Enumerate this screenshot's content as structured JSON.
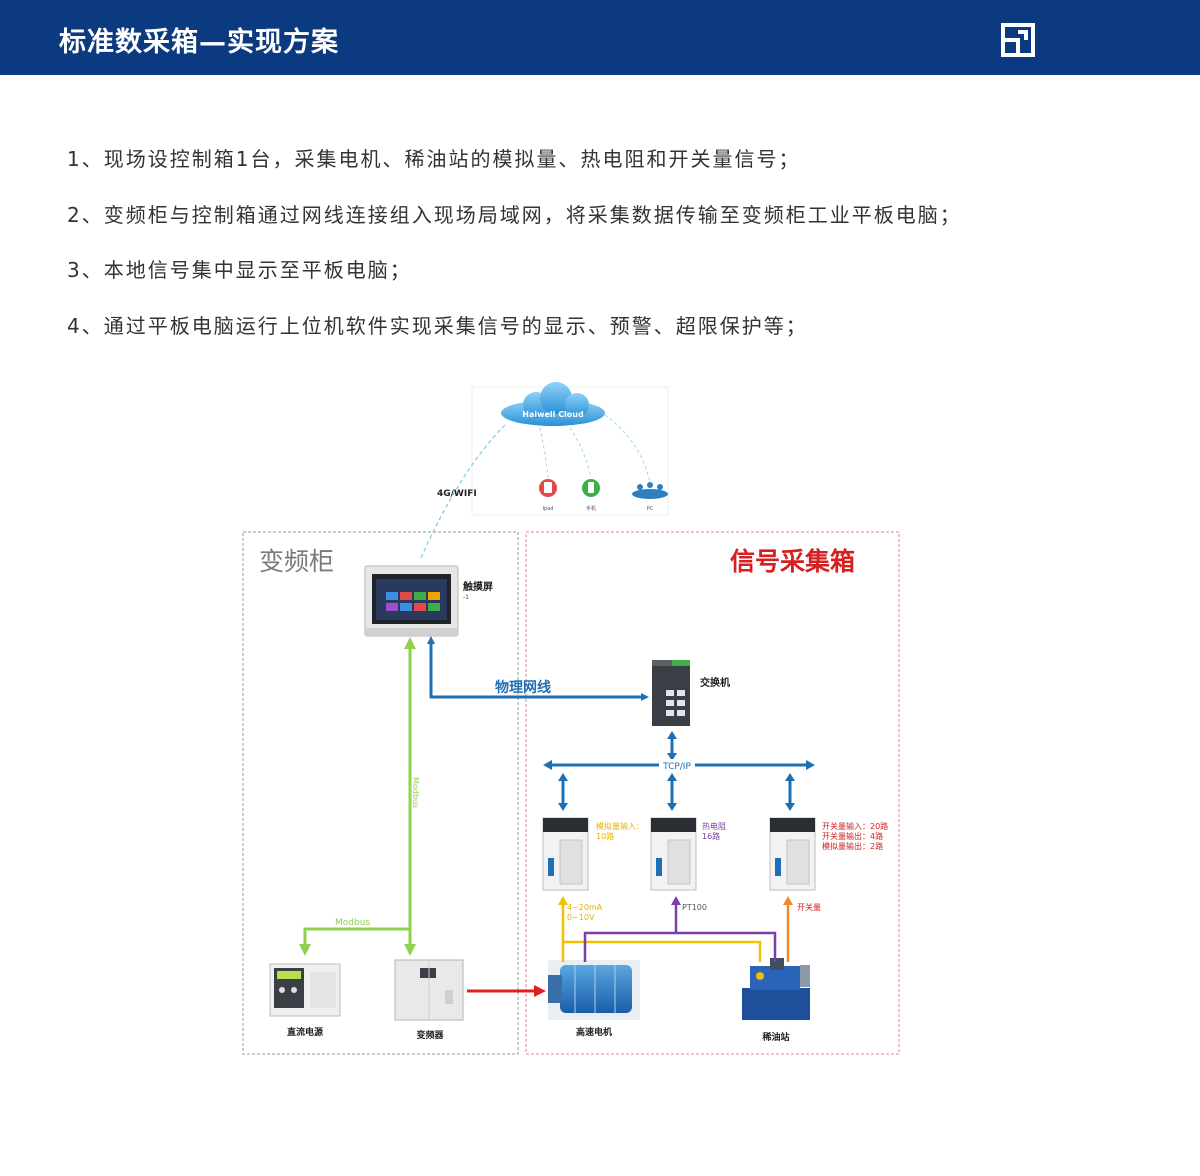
{
  "header": {
    "title": "标准数采箱—实现方案",
    "logo_icon": "company-logo-icon",
    "background": "#0c3a80"
  },
  "points": [
    "1、现场设控制箱1台，采集电机、稀油站的模拟量、热电阻和开关量信号；",
    "2、变频柜与控制箱通过网线连接组入现场局域网，将采集数据传输至变频柜工业平板电脑；",
    "3、本地信号集中显示至平板电脑；",
    "4、通过平板电脑运行上位机软件实现采集信号的显示、预警、超限保护等；"
  ],
  "diagram": {
    "cloud_label": "Haiwell Cloud",
    "wireless_label": "4G/WIFI",
    "devices": [
      {
        "label": "Ipad",
        "icon": "tablet-icon",
        "color": "#e24a4a"
      },
      {
        "label": "手机",
        "icon": "phone-icon",
        "color": "#3fae49"
      },
      {
        "label": "PC",
        "icon": "pc-icon",
        "color": "#2d7fc1"
      }
    ],
    "left_cabinet_title": "变频柜",
    "right_box_title": "信号采集箱",
    "touchscreen_label": "触摸屏",
    "touchscreen_sub": "-1",
    "network_cable_label": "物理网线",
    "switch_label": "交换机",
    "tcpip_label": "TCP/IP",
    "modbus_vertical_label": "Modbus",
    "modbus_horizontal_label": "Modbus",
    "modules": [
      {
        "line1": "模拟量输入：",
        "line2": "10路",
        "color": "#e8b400"
      },
      {
        "line1": "热电阻",
        "line2": "16路",
        "color": "#7a3fa8"
      },
      {
        "line1": "开关量输入：20路",
        "line2": "开关量输出：4路",
        "line3": "模拟量输出：2路",
        "color": "#d42020"
      }
    ],
    "signal_labels": {
      "analog": "4~20mA",
      "analog2": "0~10V",
      "pt": "PT100",
      "switch": "开关量"
    },
    "equipment": {
      "dc_power": "直流电源",
      "inverter": "变频器",
      "motor": "高速电机",
      "oil_station": "稀油站"
    },
    "colors": {
      "blue": "#1f6fb5",
      "green": "#8fd14f",
      "red": "#e02020",
      "yellow": "#f2c200",
      "purple": "#7a3fa8",
      "orange": "#f08a24",
      "right_title": "#d42020"
    }
  }
}
